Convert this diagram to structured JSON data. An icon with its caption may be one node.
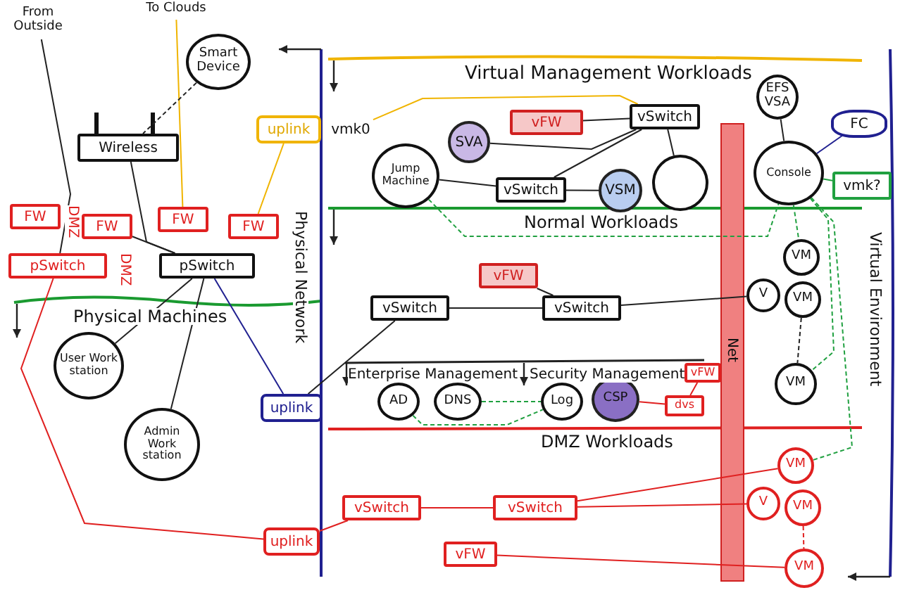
{
  "diagram": {
    "nodes": [
      {
        "text": [
          "Smart Device"
        ]
      },
      {
        "text": [
          "Wireless"
        ]
      },
      {
        "text": [
          "FW"
        ]
      },
      {
        "text": [
          "FW"
        ]
      },
      {
        "text": [
          "FW"
        ]
      },
      {
        "text": [
          "FW"
        ]
      },
      {
        "text": [
          "pSwitch"
        ]
      },
      {
        "text": [
          "pSwitch"
        ]
      },
      {
        "text": [
          "User Work station"
        ]
      },
      {
        "text": [
          "Admin Work station"
        ]
      },
      {
        "text": [
          "uplink"
        ]
      },
      {
        "text": [
          "uplink"
        ]
      },
      {
        "text": [
          "uplink"
        ]
      },
      {
        "text": [
          "vmk0"
        ]
      },
      {
        "text": [
          "SVA"
        ]
      },
      {
        "text": [
          "vFW"
        ]
      },
      {
        "text": [
          "vSwitch"
        ]
      },
      {
        "text": [
          "EFS VSA"
        ]
      },
      {
        "text": [
          "FC"
        ]
      },
      {
        "text": [
          "Jump Machine"
        ]
      },
      {
        "text": [
          "vSwitch"
        ]
      },
      {
        "text": [
          "VSM"
        ]
      },
      {
        "text": [],
        "shape": "circle"
      },
      {
        "text": [
          "Console"
        ]
      },
      {
        "text": [
          "vmk?"
        ]
      },
      {
        "text": [
          "vFW"
        ]
      },
      {
        "text": [
          "vSwitch"
        ]
      },
      {
        "text": [
          "vSwitch"
        ]
      },
      {
        "text": [
          "VM"
        ]
      },
      {
        "text": [
          "V"
        ]
      },
      {
        "text": [
          "VM"
        ]
      },
      {
        "text": [
          "VM"
        ]
      },
      {
        "text": [
          "AD"
        ]
      },
      {
        "text": [
          "DNS"
        ]
      },
      {
        "text": [
          "Log"
        ]
      },
      {
        "text": [
          "CSP"
        ]
      },
      {
        "text": [
          "vFW"
        ]
      },
      {
        "text": [
          "dvs"
        ]
      },
      {
        "text": [
          "vSwitch"
        ]
      },
      {
        "text": [
          "vSwitch"
        ]
      },
      {
        "text": [
          "vFW"
        ]
      },
      {
        "text": [
          "VM"
        ]
      },
      {
        "text": [
          "V"
        ]
      },
      {
        "text": [
          "VM"
        ]
      },
      {
        "text": [
          "VM"
        ]
      },
      {
        "text": [
          "From Outside"
        ]
      },
      {
        "text": [
          "To Clouds"
        ]
      }
    ],
    "edges": [
      {
        "from": 45,
        "to": 6,
        "arrow": "none"
      },
      {
        "from": 46,
        "to": 4,
        "arrow": "none",
        "color": "#f0b400"
      },
      {
        "from": 0,
        "to": 1,
        "arrow": "none",
        "style": "dashed"
      },
      {
        "from": 1,
        "to": 7,
        "arrow": "none"
      },
      {
        "from": 3,
        "to": 7,
        "arrow": "none"
      },
      {
        "from": 7,
        "to": 8,
        "arrow": "none"
      },
      {
        "from": 7,
        "to": 9,
        "arrow": "none"
      },
      {
        "from": 7,
        "to": 11,
        "arrow": "none",
        "color": "#202090"
      },
      {
        "from": 5,
        "to": 10,
        "arrow": "none",
        "color": "#f0b400"
      },
      {
        "from": 6,
        "to": 12,
        "arrow": "none",
        "color": "#e02020"
      },
      {
        "from": 11,
        "to": 26,
        "arrow": "none"
      },
      {
        "from": 12,
        "to": 38,
        "arrow": "none",
        "color": "#e02020"
      },
      {
        "from": 13,
        "to": 16,
        "arrow": "none",
        "color": "#f0b400"
      },
      {
        "from": 15,
        "to": 16,
        "arrow": "none"
      },
      {
        "from": 14,
        "to": 16,
        "arrow": "none"
      },
      {
        "from": 20,
        "to": 16,
        "arrow": "none"
      },
      {
        "from": 22,
        "to": 16,
        "arrow": "none"
      },
      {
        "from": 19,
        "to": 20,
        "arrow": "none"
      },
      {
        "from": 21,
        "to": 20,
        "arrow": "none"
      },
      {
        "from": 17,
        "to": 23,
        "arrow": "none"
      },
      {
        "from": 18,
        "to": 23,
        "arrow": "none",
        "color": "#202090"
      },
      {
        "from": 23,
        "to": 24,
        "arrow": "none",
        "color": "#20a040"
      },
      {
        "from": 26,
        "to": 27,
        "arrow": "none"
      },
      {
        "from": 25,
        "to": 27,
        "arrow": "none"
      },
      {
        "from": 27,
        "to": 29,
        "arrow": "none"
      },
      {
        "from": 30,
        "to": 31,
        "arrow": "none",
        "style": "dashed"
      },
      {
        "from": 23,
        "to": 28,
        "arrow": "none",
        "style": "dashed",
        "color": "#20a040"
      },
      {
        "from": 23,
        "to": 31,
        "arrow": "none",
        "style": "dashed",
        "color": "#20a040"
      },
      {
        "from": 32,
        "to": 34,
        "arrow": "none",
        "style": "dashed",
        "color": "#20a040"
      },
      {
        "from": 33,
        "to": 34,
        "arrow": "none",
        "style": "dashed",
        "color": "#20a040"
      },
      {
        "from": 35,
        "to": 37,
        "arrow": "none",
        "color": "#e02020"
      },
      {
        "from": 37,
        "to": 36,
        "arrow": "none",
        "color": "#e02020"
      },
      {
        "from": 38,
        "to": 39,
        "arrow": "none",
        "color": "#e02020"
      },
      {
        "from": 39,
        "to": 41,
        "arrow": "none",
        "color": "#e02020"
      },
      {
        "from": 39,
        "to": 42,
        "arrow": "none",
        "color": "#e02020"
      },
      {
        "from": 40,
        "to": 44,
        "arrow": "none",
        "color": "#e02020"
      },
      {
        "from": 43,
        "to": 44,
        "arrow": "none",
        "style": "dashed",
        "color": "#e02020"
      },
      {
        "from": 23,
        "to": 41,
        "arrow": "none",
        "style": "dashed",
        "color": "#20a040"
      },
      {
        "from": 19,
        "to": 23,
        "arrow": "none",
        "style": "dashed",
        "color": "#20a040"
      }
    ],
    "labels": [
      "Virtual Management Workloads",
      "Normal Workloads",
      "Physical Machines",
      "Enterprise Management",
      "Security Management",
      "DMZ Workloads",
      "Physical Network",
      "Virtual Environment",
      "DMZ",
      "DMZ",
      "Net"
    ]
  }
}
